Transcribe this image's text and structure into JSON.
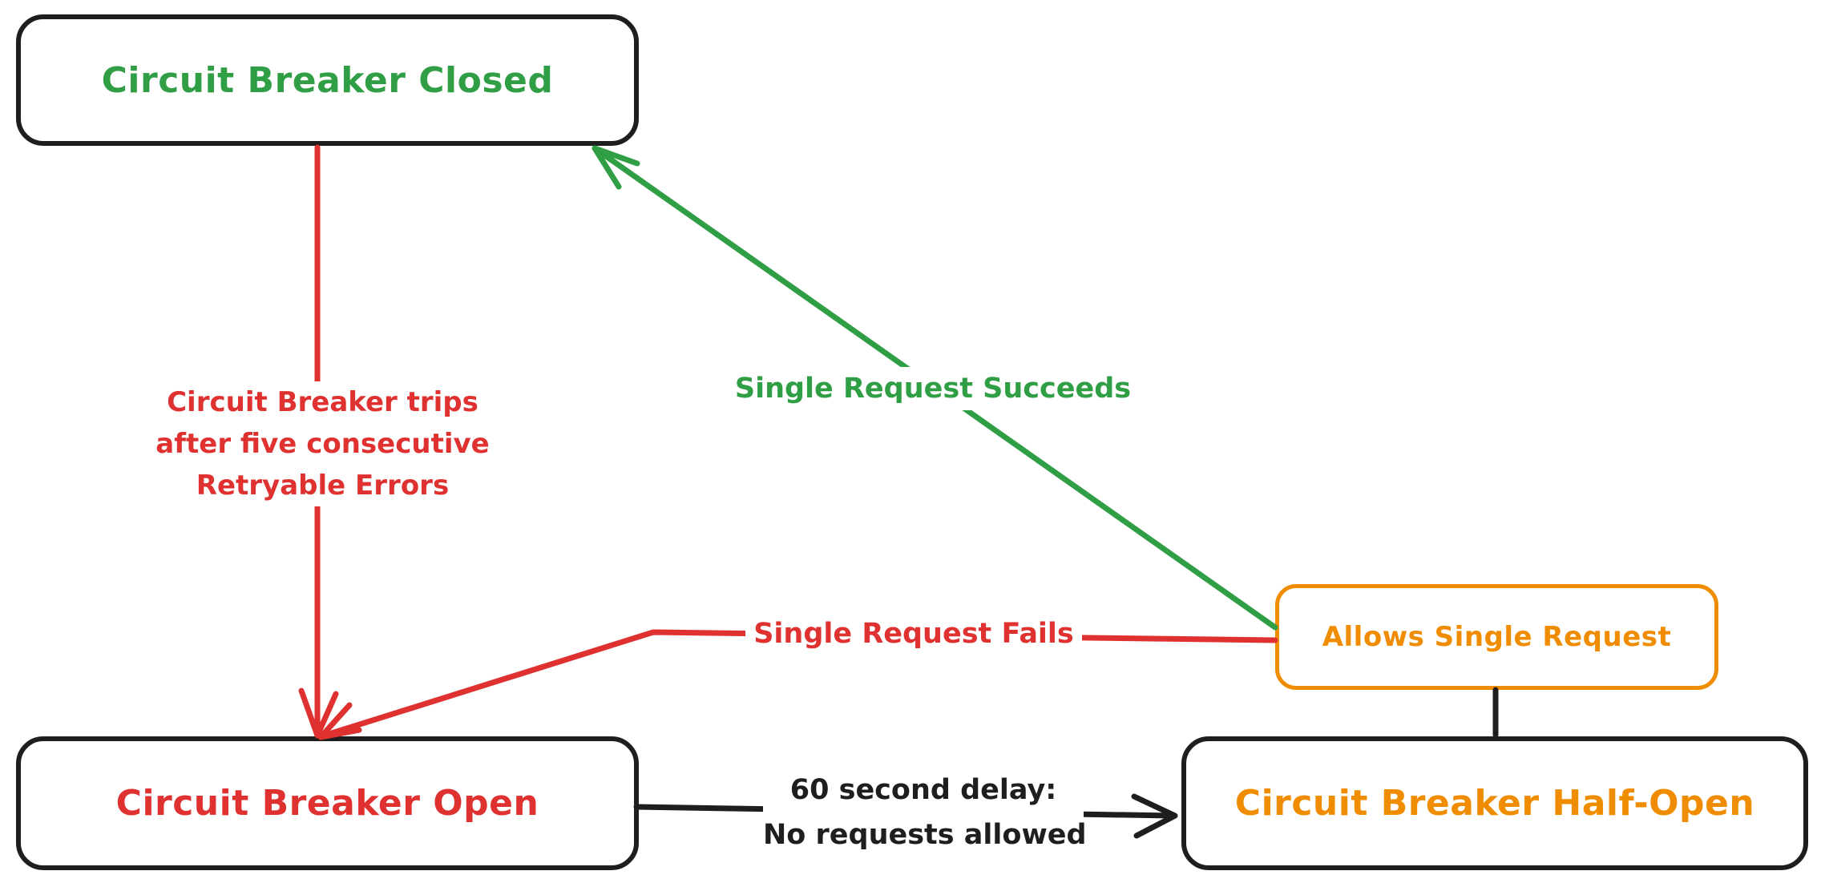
{
  "colors": {
    "ink": "#1e1e1e",
    "green": "#2f9e44",
    "red": "#e03131",
    "orange": "#f08c00",
    "background": "#ffffff"
  },
  "nodes": {
    "closed": {
      "label": "Circuit Breaker Closed",
      "text_color": "#2f9e44",
      "border_color": "#1e1e1e"
    },
    "open": {
      "label": "Circuit Breaker Open",
      "text_color": "#e03131",
      "border_color": "#1e1e1e"
    },
    "half_open": {
      "label": "Circuit Breaker Half-Open",
      "text_color": "#f08c00",
      "border_color": "#1e1e1e"
    },
    "allows_single_request": {
      "label": "Allows Single Request",
      "text_color": "#f08c00",
      "border_color": "#f08c00"
    }
  },
  "edges": {
    "trips": {
      "from": "closed",
      "to": "open",
      "color": "#e03131",
      "lines": [
        "Circuit Breaker trips",
        "after five consecutive",
        "Retryable Errors"
      ]
    },
    "succeeds": {
      "from": "allows_single_request",
      "to": "closed",
      "color": "#2f9e44",
      "label": "Single Request Succeeds"
    },
    "fails": {
      "from": "allows_single_request",
      "to": "open",
      "color": "#e03131",
      "label": "Single Request Fails"
    },
    "delay": {
      "from": "open",
      "to": "half_open",
      "color": "#1e1e1e",
      "lines": [
        "60 second delay:",
        "No requests allowed"
      ]
    },
    "half_open_allows_link": {
      "from": "allows_single_request",
      "to": "half_open",
      "color": "#1e1e1e",
      "label": ""
    }
  }
}
